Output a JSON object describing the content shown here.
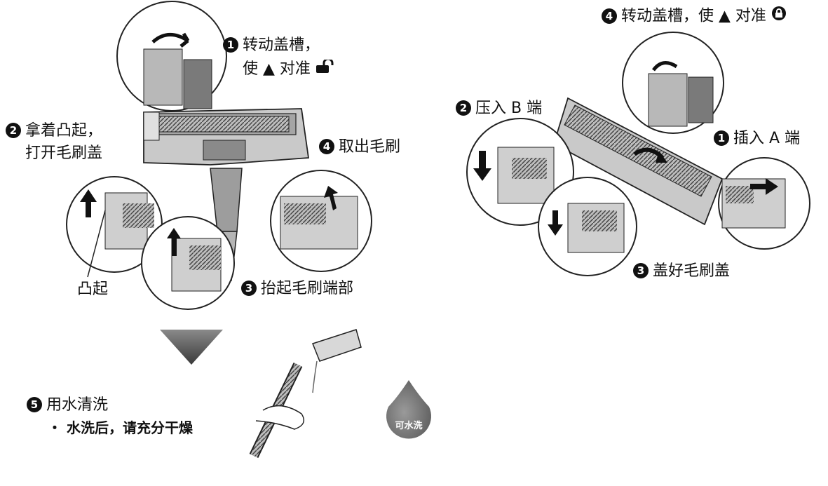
{
  "left": {
    "step1": {
      "num": "1",
      "line1": "转动盖槽，",
      "line2": "使 ▲ 对准"
    },
    "step2": {
      "num": "2",
      "line1": "拿着凸起，",
      "line2": "打开毛刷盖"
    },
    "step3": {
      "num": "3",
      "text": "抬起毛刷端部"
    },
    "step4": {
      "num": "4",
      "text": "取出毛刷"
    },
    "bump_label": "凸起"
  },
  "right": {
    "step1": {
      "num": "1",
      "text": "插入 A 端"
    },
    "step2": {
      "num": "2",
      "text": "压入 B 端"
    },
    "step3": {
      "num": "3",
      "text": "盖好毛刷盖"
    },
    "step4": {
      "num": "4",
      "text": "转动盖槽，使 ▲ 对准"
    }
  },
  "wash": {
    "step5": {
      "num": "5",
      "text": "用水清洗"
    },
    "note": "・ 水洗后，请充分干燥",
    "drop_label": "可水洗"
  },
  "colors": {
    "line": "#222222",
    "gray_light": "#d9d9d9",
    "gray_mid": "#a8a8a8",
    "gray_dark": "#555555"
  },
  "icons": [
    "unlock-icon",
    "lock-icon",
    "arrow-down-triangle-icon",
    "water-drop-icon"
  ]
}
